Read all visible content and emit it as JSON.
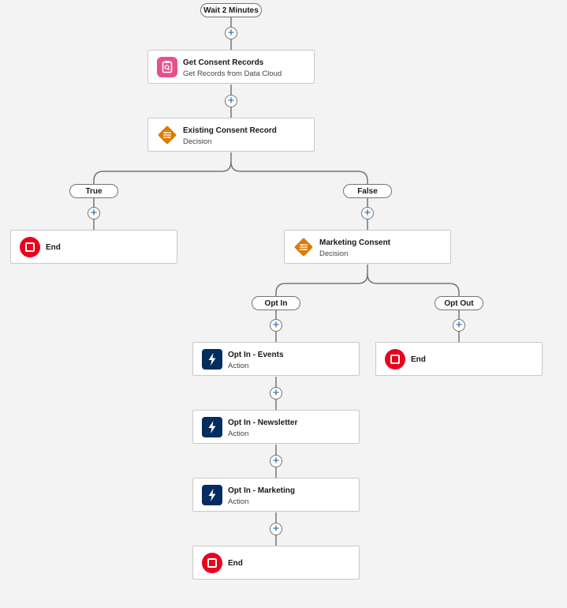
{
  "wait_label": "Wait 2 Minutes",
  "nodes": {
    "get_consent": {
      "title": "Get Consent Records",
      "subtitle": "Get Records from Data Cloud"
    },
    "existing_consent": {
      "title": "Existing Consent Record",
      "subtitle": "Decision"
    },
    "end_true": {
      "title": "End"
    },
    "marketing_consent": {
      "title": "Marketing Consent",
      "subtitle": "Decision"
    },
    "opt_in_events": {
      "title": "Opt In - Events",
      "subtitle": "Action"
    },
    "end_opt_out": {
      "title": "End"
    },
    "opt_in_newsletter": {
      "title": "Opt In - Newsletter",
      "subtitle": "Action"
    },
    "opt_in_marketing": {
      "title": "Opt In - Marketing",
      "subtitle": "Action"
    },
    "end_final": {
      "title": "End"
    }
  },
  "branches": {
    "true_label": "True",
    "false_label": "False",
    "opt_in_label": "Opt In",
    "opt_out_label": "Opt Out"
  },
  "add_symbol": "+",
  "icons": {
    "get_consent": "clipboard-search-icon",
    "decision": "decision-diamond-icon",
    "action": "lightning-bolt-icon",
    "end": "stop-icon"
  },
  "colors": {
    "records": "#e5518d",
    "decision": "#dd7a01",
    "action": "#032d60",
    "end": "#ea001e",
    "add": "#0b5cab"
  }
}
